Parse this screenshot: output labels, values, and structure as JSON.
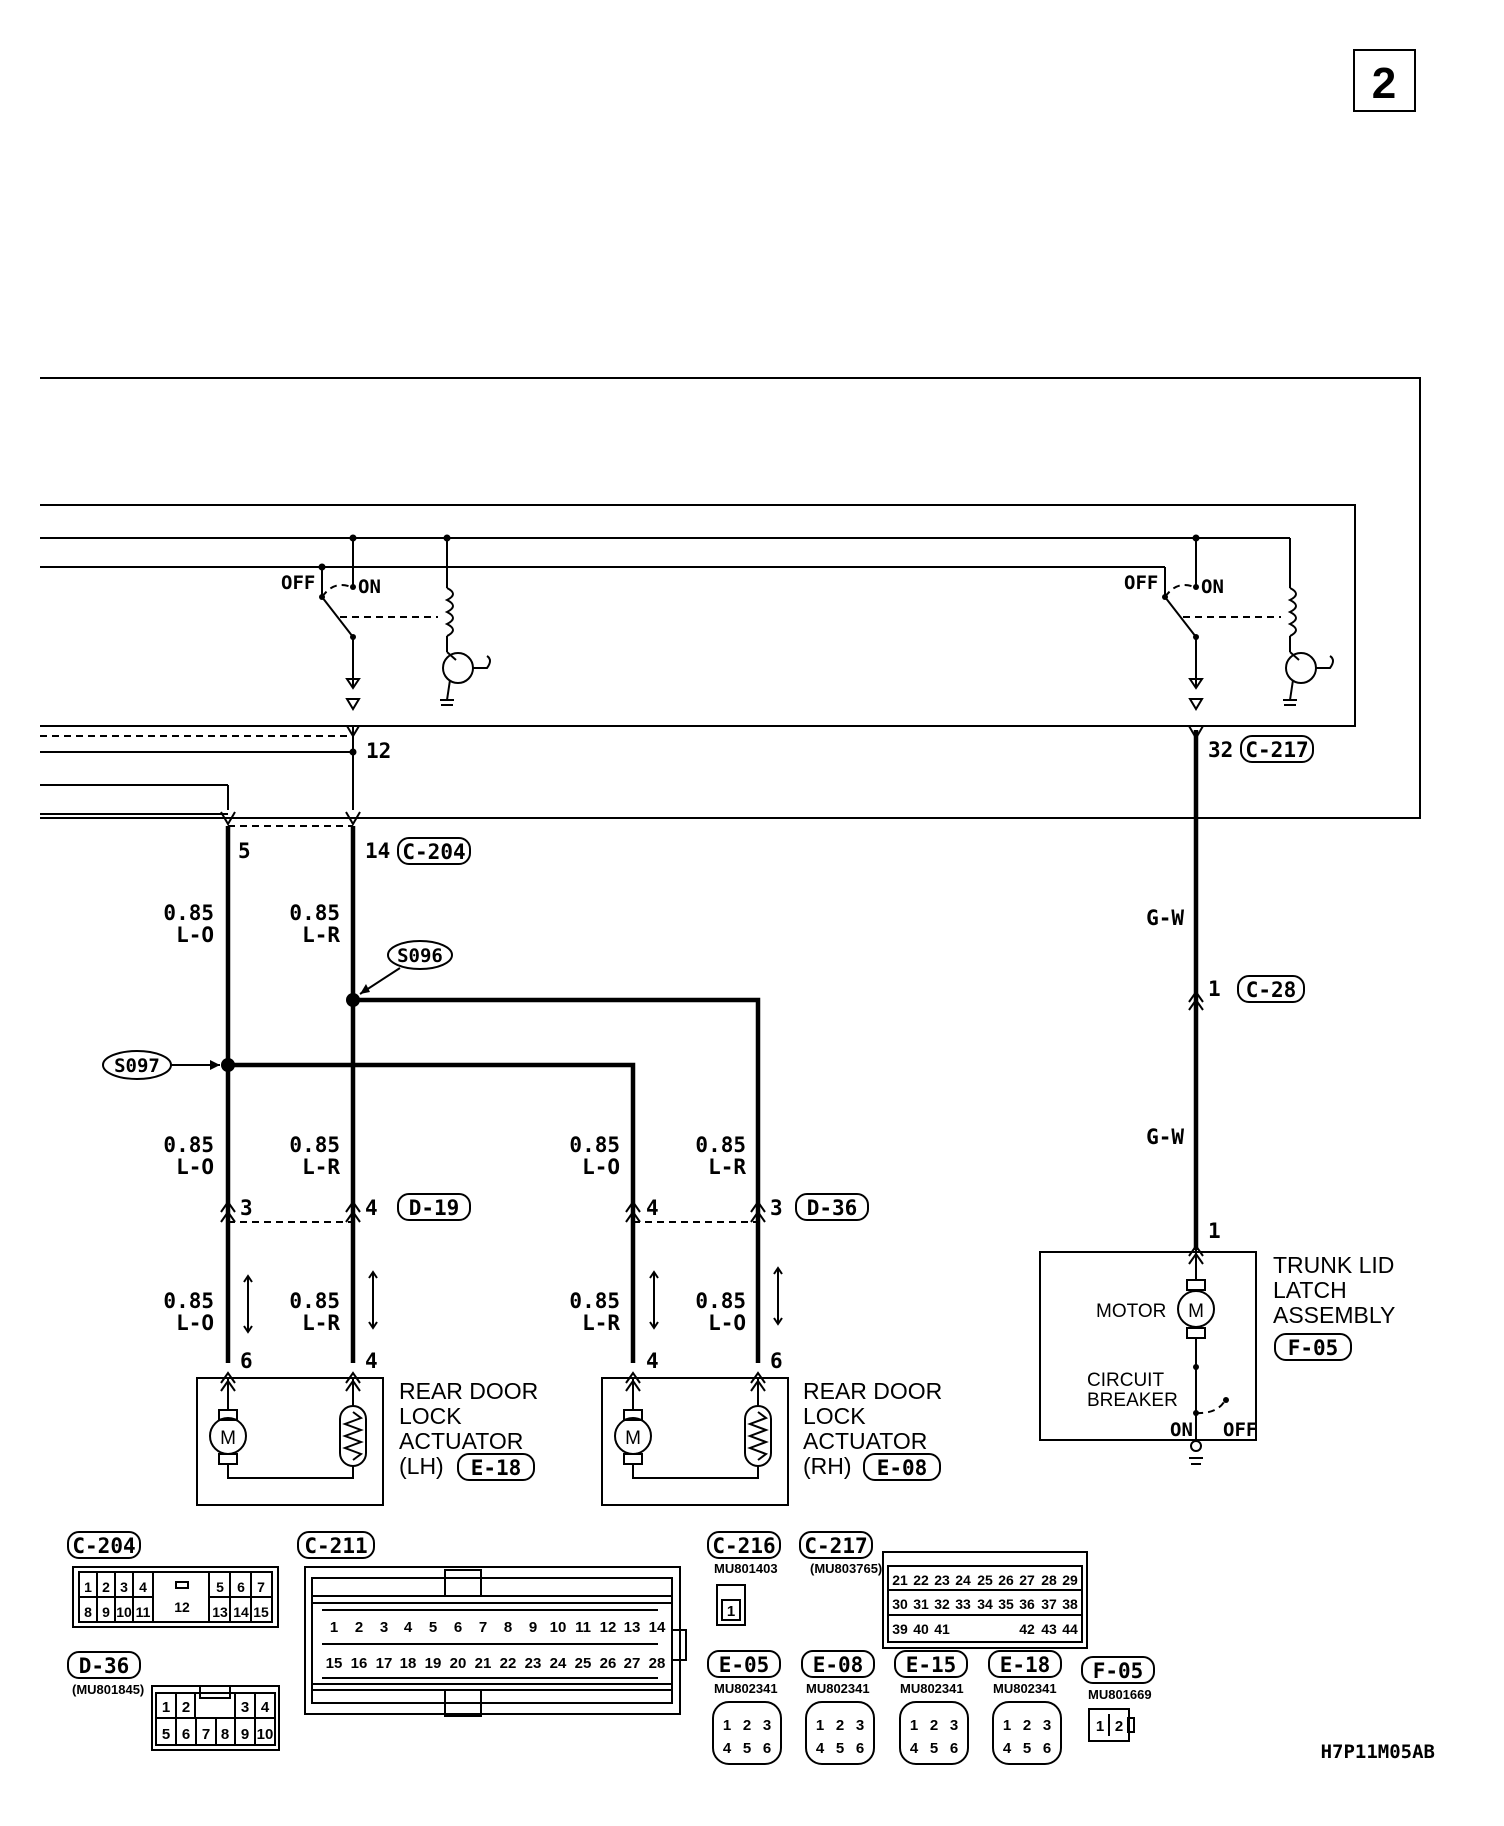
{
  "page_number": "2",
  "figure_code": "H7P11M05AB",
  "switch_labels": {
    "off": "OFF",
    "on": "ON"
  },
  "ecu_pins": {
    "p12": "12",
    "p32": "32"
  },
  "connectors": {
    "c217": "C-217",
    "c204": "C-204",
    "c28": "C-28",
    "d19": "D-19",
    "d36": "D-36",
    "e18": "E-18",
    "e08": "E-08",
    "f05": "F-05",
    "c211": "C-211",
    "c216": "C-216",
    "e05": "E-05",
    "e15": "E-15"
  },
  "c204_pins": {
    "p5": "5",
    "p14": "14"
  },
  "wires": {
    "size": "0.85",
    "lo": "L-O",
    "lr": "L-R",
    "gw": "G-W"
  },
  "splices": {
    "s096": "S096",
    "s097": "S097"
  },
  "d19_pins": {
    "p3": "3",
    "p4": "4"
  },
  "d36_pins": {
    "p4": "4",
    "p3": "3"
  },
  "lh_pins": {
    "p6": "6",
    "p4": "4"
  },
  "rh_pins": {
    "p4": "4",
    "p6": "6"
  },
  "c28_pin": "1",
  "trunk_pin": "1",
  "components": {
    "lh_actuator": [
      "REAR DOOR",
      "LOCK",
      "ACTUATOR",
      "(LH)"
    ],
    "rh_actuator": [
      "REAR DOOR",
      "LOCK",
      "ACTUATOR",
      "(RH)"
    ],
    "trunk_latch": [
      "TRUNK LID",
      "LATCH",
      "ASSEMBLY"
    ],
    "motor": "MOTOR",
    "circuit_breaker": [
      "CIRCUIT",
      "BREAKER"
    ],
    "m_symbol": "M"
  },
  "part_numbers": {
    "c216": "MU801403",
    "c217": "(MU803765)",
    "d36": "(MU801845)",
    "e05": "MU802341",
    "e08": "MU802341",
    "e15": "MU802341",
    "e18": "MU802341",
    "f05": "MU801669"
  },
  "c204_face": {
    "top_left": [
      "1",
      "2",
      "3",
      "4"
    ],
    "bottom_left": [
      "8",
      "9",
      "10",
      "11"
    ],
    "center": "12",
    "top_right": [
      "5",
      "6",
      "7"
    ],
    "bottom_right": [
      "13",
      "14",
      "15"
    ]
  },
  "c211_face": {
    "top": [
      "1",
      "2",
      "3",
      "4",
      "5",
      "6",
      "7",
      "8",
      "9",
      "10",
      "11",
      "12",
      "13",
      "14"
    ],
    "bottom": [
      "15",
      "16",
      "17",
      "18",
      "19",
      "20",
      "21",
      "22",
      "23",
      "24",
      "25",
      "26",
      "27",
      "28"
    ]
  },
  "c216_face": [
    "1"
  ],
  "c217_face": {
    "row1": [
      "21",
      "22",
      "23",
      "24",
      "25",
      "26",
      "27",
      "28",
      "29"
    ],
    "row2": [
      "30",
      "31",
      "32",
      "33",
      "34",
      "35",
      "36",
      "37",
      "38"
    ],
    "row3_left": [
      "39",
      "40",
      "41"
    ],
    "row3_right": [
      "42",
      "43",
      "44"
    ]
  },
  "d36_face": {
    "top_left": [
      "1",
      "2"
    ],
    "top_right": [
      "3",
      "4"
    ],
    "bottom": [
      "5",
      "6",
      "7",
      "8",
      "9",
      "10"
    ]
  },
  "six_pin_face": {
    "top": [
      "1",
      "2",
      "3"
    ],
    "bottom": [
      "4",
      "5",
      "6"
    ]
  },
  "f05_face": [
    "1",
    "2"
  ]
}
